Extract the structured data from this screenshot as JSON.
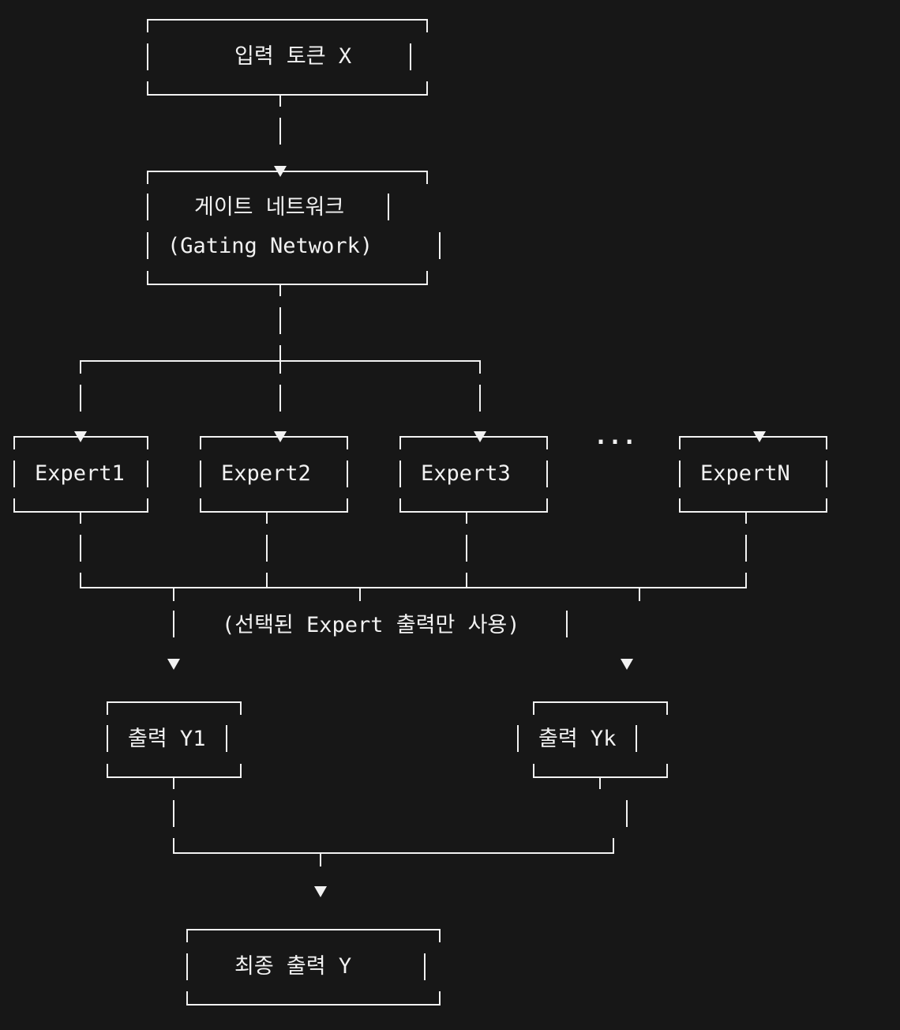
{
  "nodes": {
    "input": "입력 토큰 X",
    "gate_line1": "게이트 네트워크",
    "gate_line2": "(Gating Network)",
    "expert1": "Expert1",
    "expert2": "Expert2",
    "expert3": "Expert3",
    "expert_ellipsis": "...",
    "expertN": "ExpertN",
    "selection_note": "(선택된 Expert 출력만 사용)",
    "output_y1": "출력 Y1",
    "output_yk": "출력 Yk",
    "final_output": "최종 출력 Y"
  }
}
